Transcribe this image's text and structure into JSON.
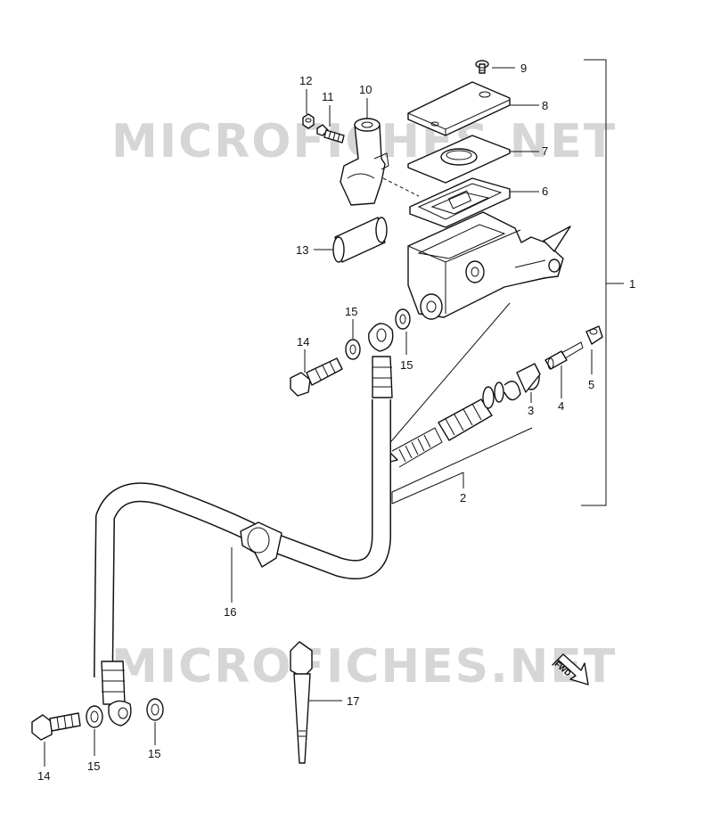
{
  "watermark": "MICROFICHES.NET",
  "fwd_label": "FWD",
  "callouts": {
    "c1": "1",
    "c2": "2",
    "c3": "3",
    "c4": "4",
    "c5": "5",
    "c6": "6",
    "c7": "7",
    "c8": "8",
    "c9": "9",
    "c10": "10",
    "c11": "11",
    "c12": "12",
    "c13": "13",
    "c14a": "14",
    "c14b": "14",
    "c15a": "15",
    "c15b": "15",
    "c15c": "15",
    "c15d": "15",
    "c16": "16",
    "c17": "17"
  }
}
